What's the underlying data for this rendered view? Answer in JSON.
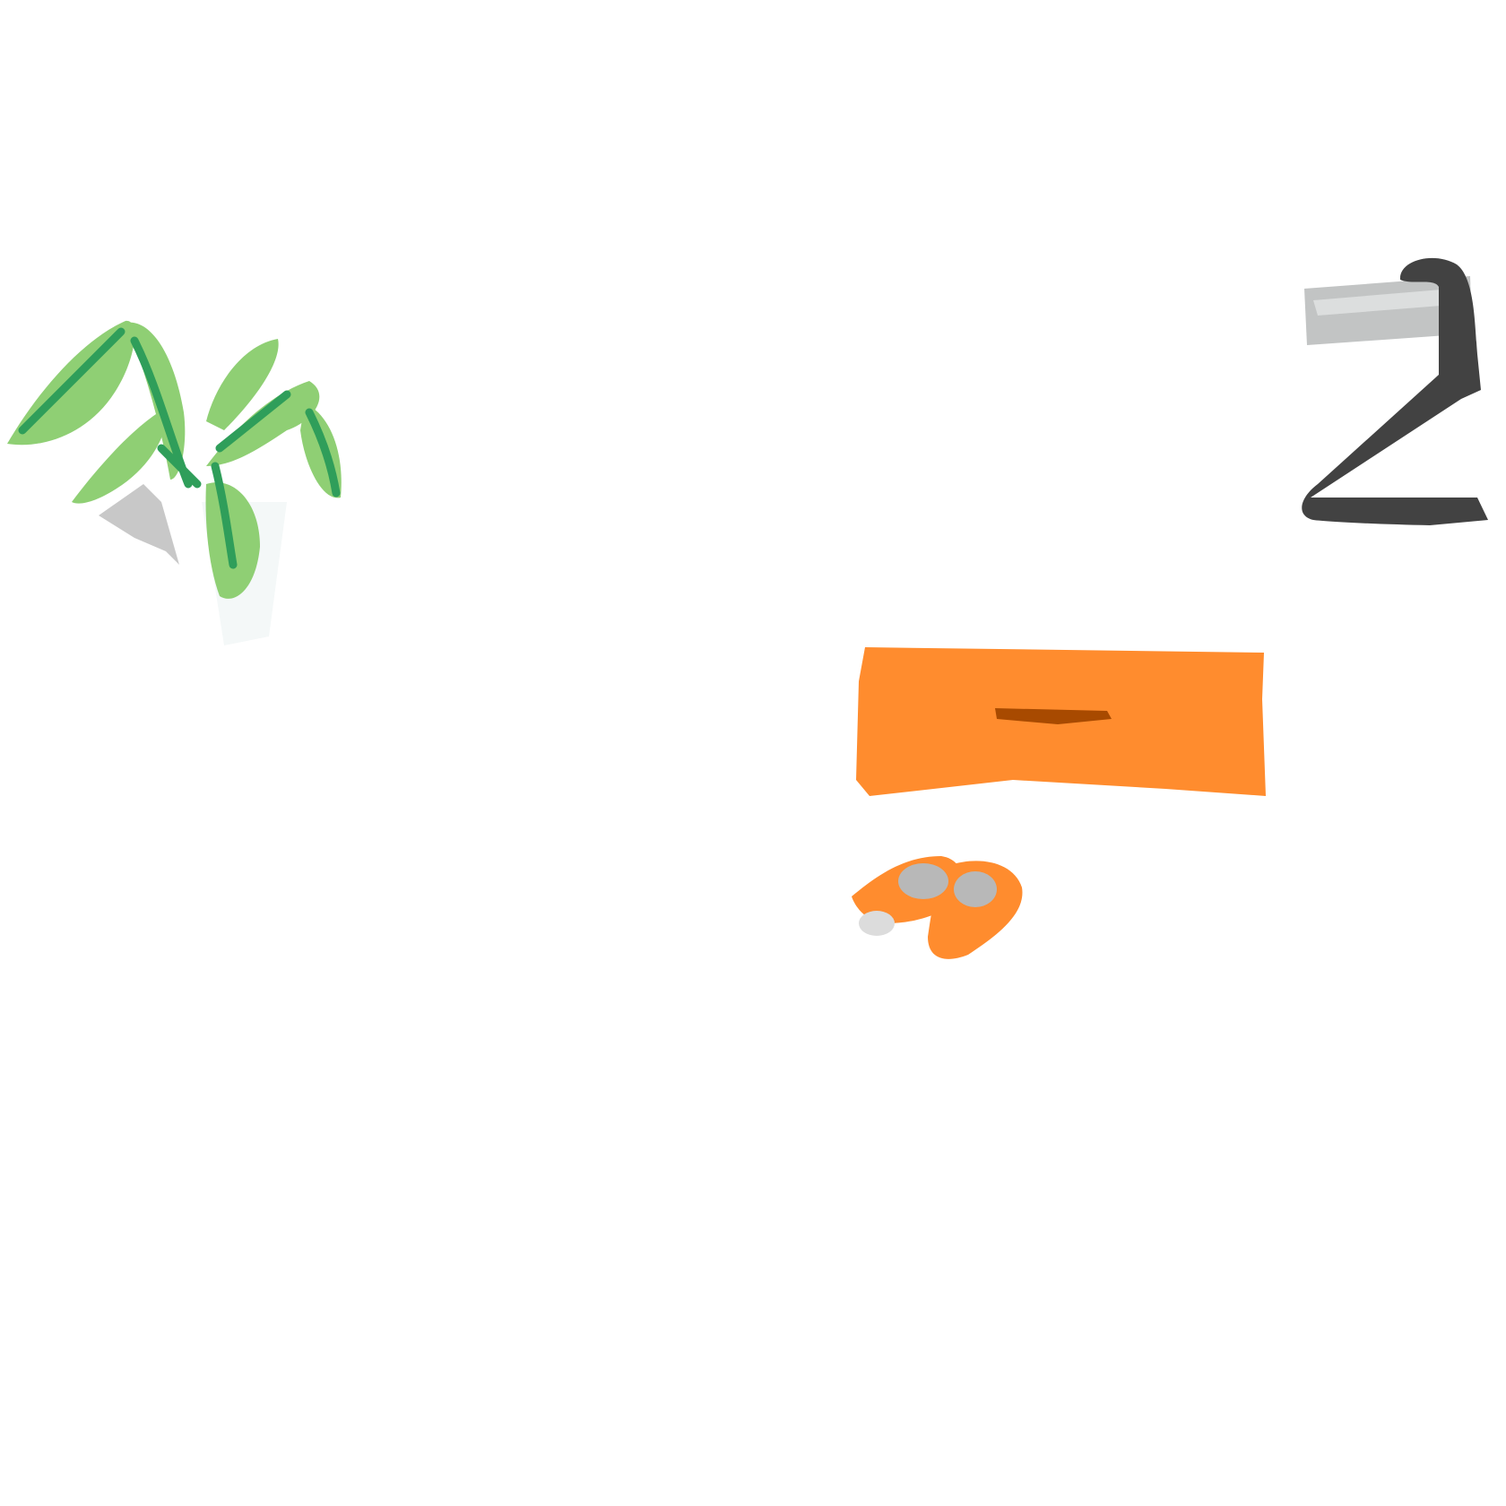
{
  "scene": {
    "objects": [
      "plant",
      "desk-lamp",
      "rug",
      "slippers"
    ],
    "colors": {
      "background": "#ffffff",
      "leaf_light": "#8fcf74",
      "leaf_dark": "#2f9e5a",
      "pot": "#c8c8c8",
      "lamp": "#424242",
      "lamp_shade": "#c2c4c4",
      "rug": "#ff8c2e",
      "rug_mark": "#a84a00",
      "slipper": "#ff8c2e",
      "slipper_inner": "#b8b8b8"
    }
  }
}
